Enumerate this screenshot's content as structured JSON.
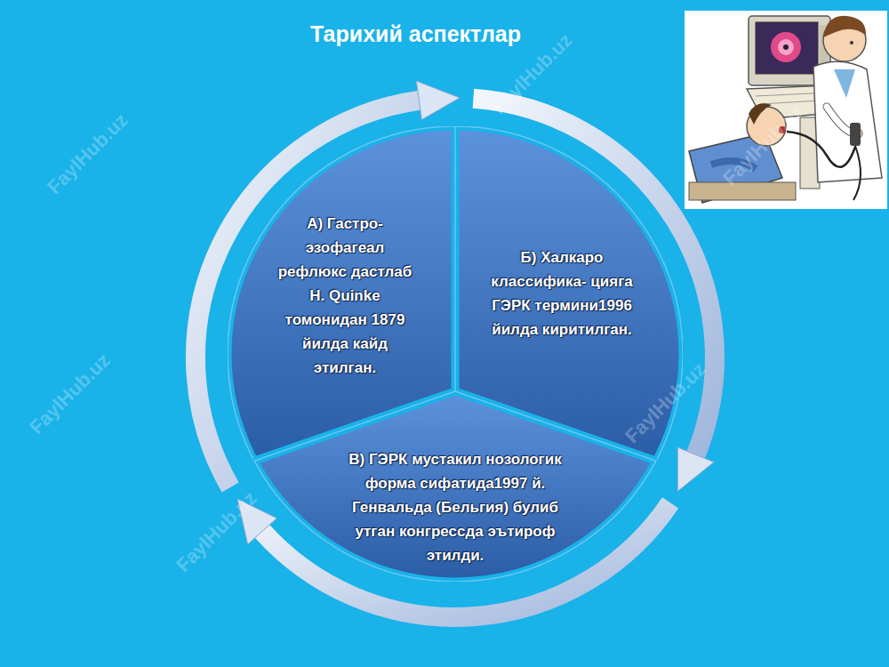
{
  "diagram": {
    "title": "Тарихий аспектлар",
    "nodes": [
      {
        "text": [
          "А) Гастро- эзофагеал рефлюкс дастлаб H. Quinke томонидан 1879 йилда кайд этилган."
        ]
      },
      {
        "text": [
          "Б) Халкаро классифика- цияга ГЭРК термини1996 йилда киритилган."
        ]
      },
      {
        "text": [
          "В) ГЭРК мустакил нозологик форма сифатида1997 й. Генвальда (Бельгия) булиб утган конгрессда эътироф этилди."
        ]
      }
    ],
    "edges": [
      {
        "from": 0,
        "to": 1,
        "arrow": "to"
      },
      {
        "from": 1,
        "to": 2,
        "arrow": "to"
      },
      {
        "from": 2,
        "to": 0,
        "arrow": "to"
      }
    ],
    "labels": [
      "FaylHub.uz",
      "FaylHub.uz",
      "FaylHub.uz",
      "FaylHub.uz",
      "FaylHub.uz",
      "FaylHub.uz"
    ]
  }
}
